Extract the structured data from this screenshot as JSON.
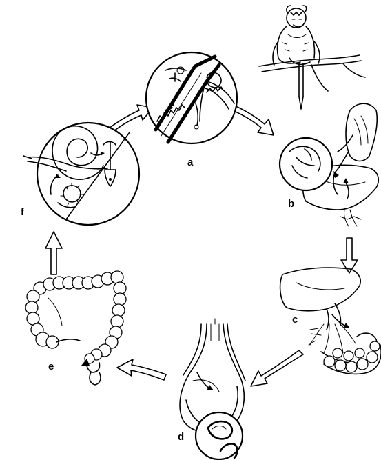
{
  "labels": {
    "a": "a",
    "b": "b",
    "c": "c",
    "d": "d",
    "e": "e",
    "f": "f"
  }
}
